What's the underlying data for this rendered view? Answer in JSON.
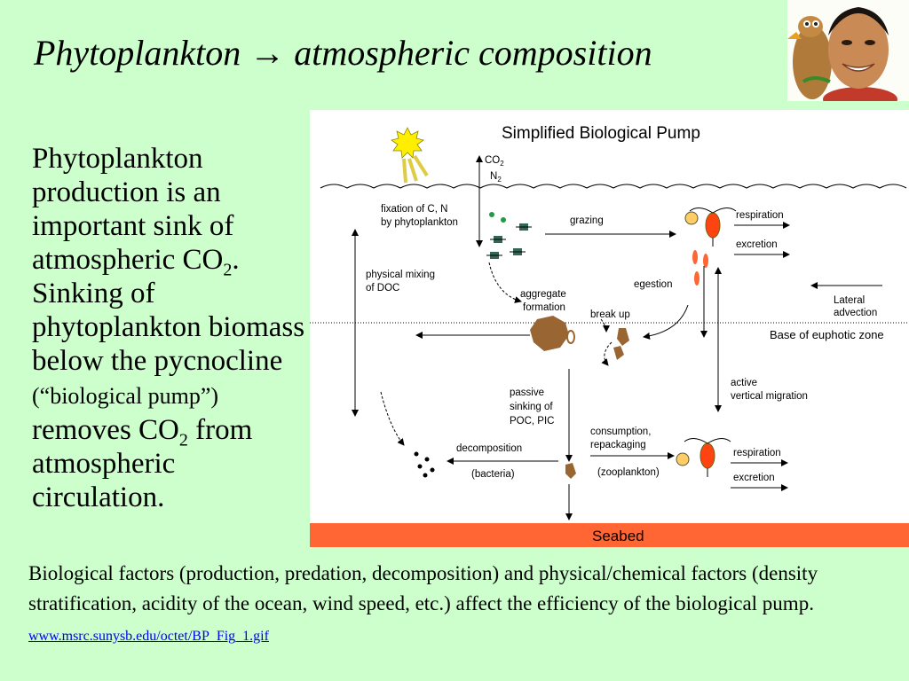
{
  "slide": {
    "title": "Phytoplankton → atmospheric composition",
    "body": {
      "part1": "Phytoplankton production is an important sink of atmospheric CO",
      "sub1": "2",
      "part2": ". Sinking of phytoplankton biomass below the pycnocline",
      "part3": "(“biological pump”)",
      "part4": "removes CO",
      "sub2": "2",
      "part5": " from atmospheric circulation."
    },
    "footer": {
      "text": "Biological factors (production, predation, decomposition) and physical/chemical factors (density stratification, acidity of the ocean, wind speed, etc.) affect the efficiency of the biological pump.",
      "link": "www.msrc.sunysb.edu/octet/BP_Fig_1.gif"
    }
  },
  "diagram": {
    "title": "Simplified Biological Pump",
    "co2_label": "CO",
    "co2_sub": "2",
    "n2_label": "N",
    "n2_sub": "2",
    "fixation_line1": "fixation of C, N",
    "fixation_line2": "by phytoplankton",
    "grazing": "grazing",
    "respiration_top": "respiration",
    "excretion_top": "excretion",
    "mixing_line1": "physical mixing",
    "mixing_line2": "of DOC",
    "egestion": "egestion",
    "lateral_line1": "Lateral",
    "lateral_line2": "advection",
    "aggregate_line1": "aggregate",
    "aggregate_line2": "formation",
    "breakup": "break up",
    "euphotic": "Base of euphotic zone",
    "passive_line1": "passive",
    "passive_line2": "sinking of",
    "passive_line3": "POC, PIC",
    "active_line1": "active",
    "active_line2": "vertical migration",
    "consumption_line1": "consumption,",
    "consumption_line2": "repackaging",
    "decomposition": "decomposition",
    "bacteria": "(bacteria)",
    "zooplankton": "(zooplankton)",
    "respiration_bottom": "respiration",
    "excretion_bottom": "excretion",
    "seabed": "Seabed"
  },
  "colors": {
    "background": "#ccffcc",
    "seabed": "#ff6633",
    "sun": "#ffee00",
    "aggregate": "#996633",
    "zooplankton": "#ff4411",
    "link": "#0000ee"
  }
}
